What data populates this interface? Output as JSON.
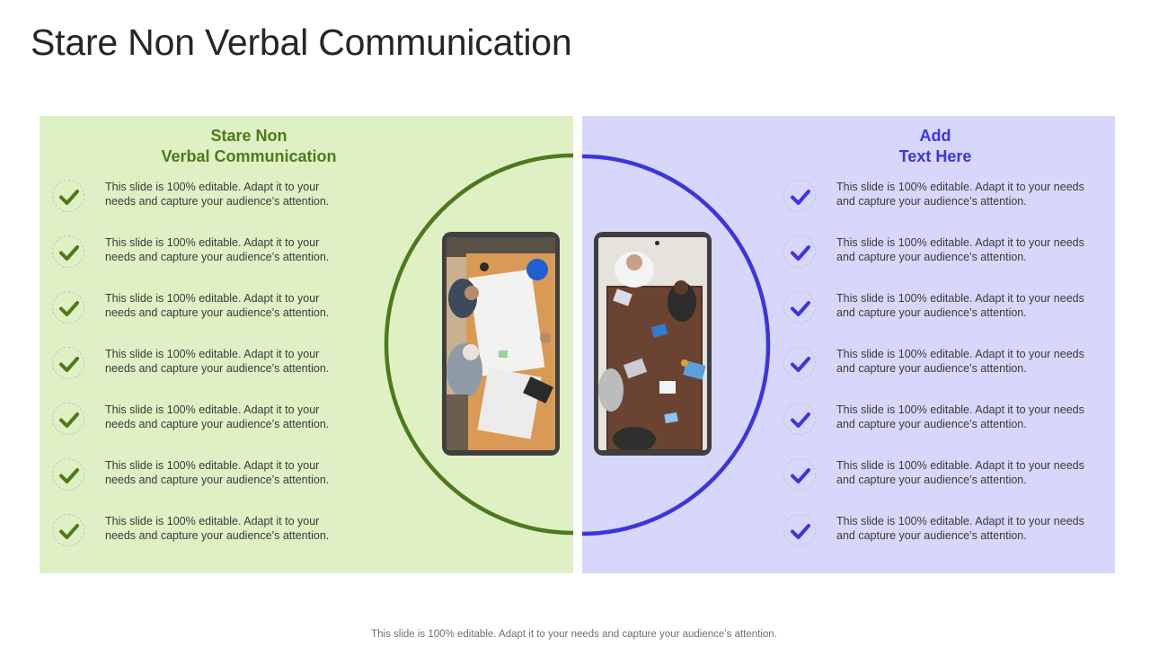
{
  "title": "Stare Non Verbal Communication",
  "colors": {
    "left_panel_bg": "#dff0c4",
    "left_accent": "#4d7a1c",
    "right_panel_bg": "#d7d7fb",
    "right_accent": "#3b35e0"
  },
  "left": {
    "heading_line1": "Stare Non",
    "heading_line2": "Verbal Communication",
    "items": [
      {
        "icon": "check-icon",
        "line1": "This slide is 100% editable. Adapt it to your",
        "line2": "needs and capture your audience’s attention."
      },
      {
        "icon": "check-icon",
        "line1": "This slide is 100% editable. Adapt it to your",
        "line2": "needs and capture your audience’s attention."
      },
      {
        "icon": "check-icon",
        "line1": "This slide is 100% editable. Adapt it to your",
        "line2": "needs and capture your audience’s attention."
      },
      {
        "icon": "check-icon",
        "line1": "This slide is 100% editable. Adapt it to your",
        "line2": "needs and capture your audience’s attention."
      },
      {
        "icon": "check-icon",
        "line1": "This slide is 100% editable. Adapt it to your",
        "line2": "needs and capture your audience’s attention."
      },
      {
        "icon": "check-icon",
        "line1": "This slide is 100% editable. Adapt it to your",
        "line2": "needs and capture your audience’s attention."
      },
      {
        "icon": "check-icon",
        "line1": "This slide is 100% editable. Adapt it to your",
        "line2": "needs and capture your audience’s attention."
      }
    ]
  },
  "right": {
    "heading_line1": "Add",
    "heading_line2": "Text Here",
    "items": [
      {
        "icon": "check-icon",
        "line1": "This slide is 100% editable. Adapt it to your needs",
        "line2": "and capture your audience’s attention."
      },
      {
        "icon": "check-icon",
        "line1": "This slide is 100% editable. Adapt it to your needs",
        "line2": "and capture your audience’s attention."
      },
      {
        "icon": "check-icon",
        "line1": "This slide is 100% editable. Adapt it to your needs",
        "line2": "and capture your audience’s attention."
      },
      {
        "icon": "check-icon",
        "line1": "This slide is 100% editable. Adapt it to your needs",
        "line2": "and capture your audience’s attention."
      },
      {
        "icon": "check-icon",
        "line1": "This slide is 100% editable. Adapt it to your needs",
        "line2": "and capture your audience’s attention."
      },
      {
        "icon": "check-icon",
        "line1": "This slide is 100% editable. Adapt it to your needs",
        "line2": "and capture your audience’s attention."
      },
      {
        "icon": "check-icon",
        "line1": "This slide is 100% editable. Adapt it to your needs",
        "line2": "and capture your audience’s attention."
      }
    ]
  },
  "footer": "This slide is 100% editable. Adapt it to your needs and capture your audience’s attention."
}
